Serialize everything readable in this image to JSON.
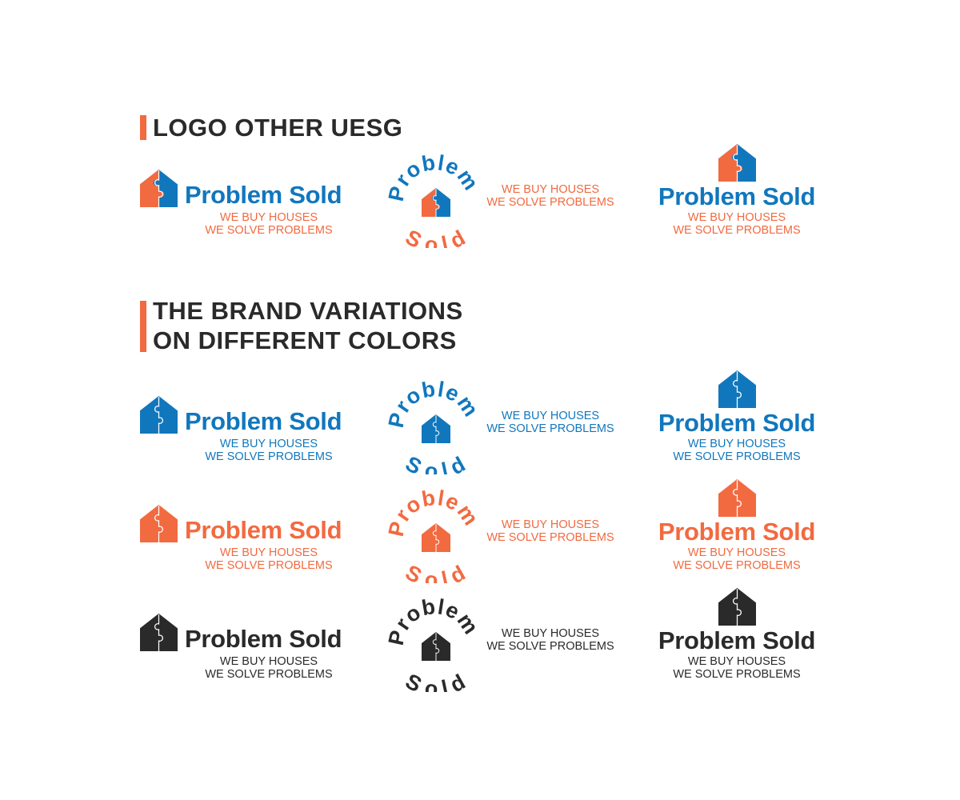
{
  "headings": {
    "logo_other": "LOGO OTHER UESG",
    "variations_line1": "THE BRAND VARIATIONS",
    "variations_line2": "ON DIFFERENT COLORS"
  },
  "brand": {
    "name": "Problem Sold",
    "name_top": "Problem",
    "name_bottom": "Sold",
    "tagline1": "WE BUY HOUSES",
    "tagline2": "WE SOLVE PROBLEMS"
  },
  "colors": {
    "accent": "#f26a40",
    "blue": "#1177bd",
    "orange": "#f26a40",
    "dark": "#2a2a2a"
  },
  "variations": [
    {
      "id": "primary",
      "icon_left": "#f26a40",
      "icon_right": "#1177bd",
      "name": "#1177bd",
      "tagline": "#f26a40",
      "circle_top": "#1177bd",
      "circle_bottom": "#f26a40"
    },
    {
      "id": "blue",
      "icon_left": "#1177bd",
      "icon_right": "#1177bd",
      "name": "#1177bd",
      "tagline": "#1177bd",
      "circle_top": "#1177bd",
      "circle_bottom": "#1177bd"
    },
    {
      "id": "orange",
      "icon_left": "#f26a40",
      "icon_right": "#f26a40",
      "name": "#f26a40",
      "tagline": "#f26a40",
      "circle_top": "#f26a40",
      "circle_bottom": "#f26a40"
    },
    {
      "id": "dark",
      "icon_left": "#2a2a2a",
      "icon_right": "#2a2a2a",
      "name": "#2a2a2a",
      "tagline": "#2a2a2a",
      "circle_top": "#2a2a2a",
      "circle_bottom": "#2a2a2a"
    }
  ]
}
